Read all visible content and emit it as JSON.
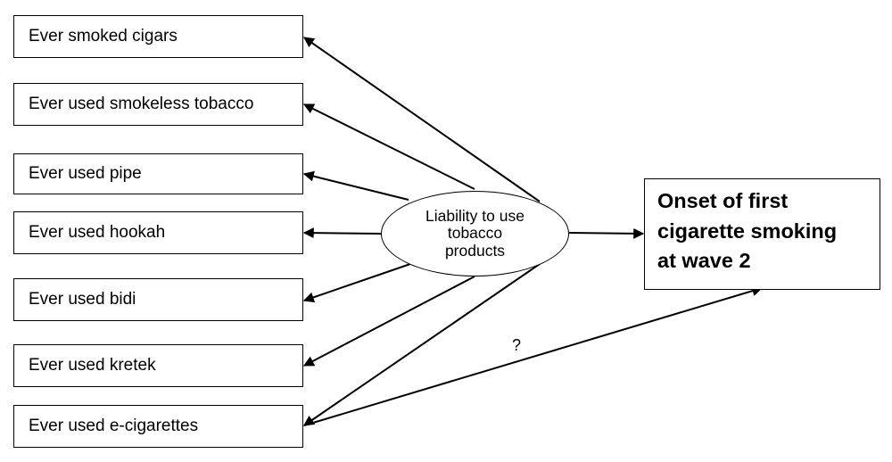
{
  "indicators": [
    "Ever smoked cigars",
    "Ever used smokeless tobacco",
    "Ever used pipe",
    "Ever used hookah",
    "Ever used bidi",
    "Ever used kretek",
    "Ever used e-cigarettes"
  ],
  "latent": {
    "lines": [
      "Liability to use",
      "tobacco",
      "products"
    ]
  },
  "outcome": {
    "lines": [
      "Onset of first",
      "cigarette smoking",
      "at wave 2"
    ]
  },
  "unknown_path_label": "?",
  "colors": {
    "line": "#000000",
    "background": "#ffffff"
  }
}
